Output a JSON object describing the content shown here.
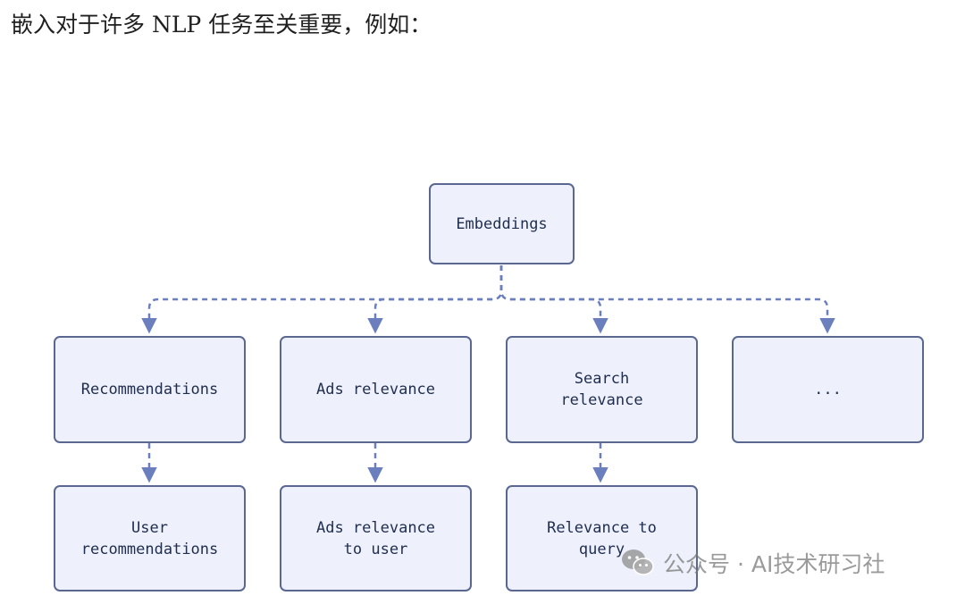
{
  "intro_text": "嵌入对于许多 NLP 任务至关重要，例如：",
  "diagram": {
    "root": "Embeddings",
    "level1": [
      "Recommendations",
      "Ads relevance",
      "Search\nrelevance",
      "..."
    ],
    "level2": [
      "User\nrecommendations",
      "Ads relevance\nto user",
      "Relevance to\nquery"
    ]
  },
  "colors": {
    "node_fill": "#eef1fb",
    "node_border": "#5a6790",
    "connector": "#6b7fbf",
    "text": "#1f2d4f"
  },
  "watermark": {
    "text": "公众号 · AI技术研习社",
    "icon": "wechat-icon"
  }
}
